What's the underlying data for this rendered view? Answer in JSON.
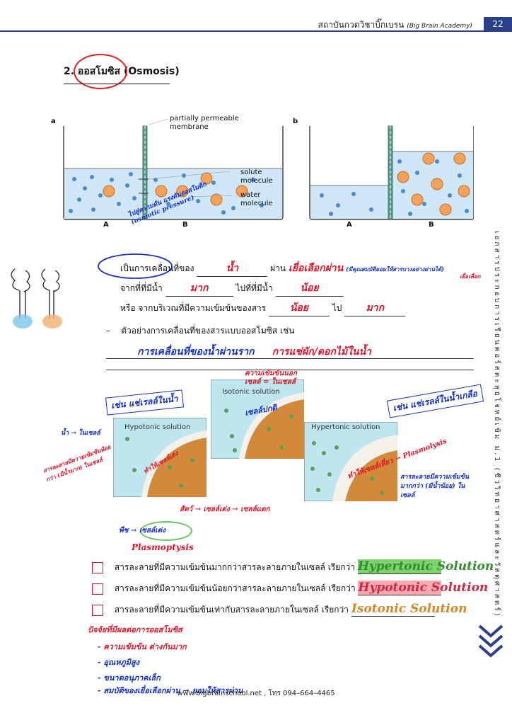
{
  "header": {
    "title": "สถาบันกวดวิชาบิ๊กเบรน",
    "title_en": "(Big Brain Academy)",
    "page_number": "22"
  },
  "section": {
    "title": "2. ออสโมซิส (Osmosis)"
  },
  "figure": {
    "panel_a_letter": "a",
    "panel_b_letter": "b",
    "membrane_label": "partially permeable membrane",
    "solute_label": "solute molecule",
    "water_label": "water molecule",
    "side_A": "A",
    "side_B": "B",
    "side_A_b": "A",
    "side_B_b": "B"
  },
  "definition": {
    "handwritten_side_note": "ไปสู่ความดัน แรงดันออสโมติก (osmotic pressure)",
    "line1_prefix": "เป็นการเคลื่อนที่ของ",
    "line1_fill": "น้ำ",
    "line1_mid": "ผ่าน",
    "line1_fill2": "เยื่อเลือกผ่าน",
    "line1_note": "(มีคุณสมบัติยอมให้สารบางอย่างผ่านได้)",
    "line1_note2": "เยื่อเลือก",
    "line2_prefix": "จากที่ที่มีน้ำ",
    "line2_fill": "มาก",
    "line2_mid": "ไปที่ที่มีน้ำ",
    "line2_fill2": "น้อย",
    "line3_prefix": "หรือ จากบริเวณที่มีความเข้มข้นของสาร",
    "line3_fill": "น้อย",
    "line3_mid": "ไป",
    "line3_fill2": "มาก"
  },
  "example": {
    "bullet": "–",
    "text": "ตัวอย่างการเคลื่อนที่ของสารแบบออสโมซิส เช่น",
    "answer1": "การเคลื่อนที่ของน้ำผ่านราก",
    "answer2": "การแช่ผัก/ดอกไม้ในน้ำ"
  },
  "diagrams": {
    "hypotonic_left": "Hypotonic solution",
    "isotonic": "Isotonic solution",
    "hypotonic_right": "Hypertonic solution",
    "note_left": "เช่น แช่เรลล์ในน้ำ",
    "note_right": "เช่น แช่เรลล์ในน้ำเกลือ",
    "note_water_in": "น้ำ → ในเซลล์",
    "note_swell": "ทำให้เซลล์เต่ง",
    "note_burst": "สัตว์ → เซลล์เต่ง → เซลล์แตก",
    "note_plant": "พืช → เซลล์เต่ง",
    "plasmoptysis": "Plasmoptysis",
    "note_iso": "เซลล์ปกติ",
    "note_iso_top": "ความเข้มข้นนอกเซลล์ = ในเซลล์",
    "note_shrink": "ทำให้เซลล์เหี่ยว → Plasmolysis",
    "note_hyper": "สารละลายมีความเข้มข้นมากกว่า (มีน้ำน้อย) ในเซลล์",
    "note_left_conc": "สารละลายมีความเข้มข้นน้อยกว่า (มีน้ำมาก) ในเซลล์"
  },
  "questions": [
    {
      "text": "สารละลายที่มีความเข้มข้นมากกว่าสารละลายภายในเซลล์ เรียกว่า",
      "answer": "Hypertonic Solution"
    },
    {
      "text": "สารละลายที่มีความเข้มข้นน้อยกว่าสารละลายภายในเซลล์ เรียกว่า",
      "answer": "Hypotonic Solution"
    },
    {
      "text": "สารละลายที่มีความเข้มข้นเท่ากับสารละลายภายในเซลล์ เรียกว่า",
      "answer": "Isotonic Solution"
    }
  ],
  "factors": {
    "title": "ปัจจัยที่มีผลต่อการออสโมซิส",
    "items": [
      "- ความเข้มข้น ต่างกันมาก",
      "- อุณหภูมิสูง",
      "- ขนาดอนุภาคเล็ก",
      "- สมบัติของเยื่อเลือกผ่าน → ยอมให้สารผ่าน"
    ]
  },
  "sidebar": {
    "vertical_text": "เอกสารประกอบการเรียนคอร์สตะลุยโจทย์เข้ม ม.1 (ชีววิทยาศาสตร์และวัสดุศาสตร์)"
  },
  "footer": {
    "text": "www.bigbrainschool.net , โทร 094–664–4465"
  },
  "colors": {
    "brand": "#2b3f8a",
    "pen_red": "#e0142a",
    "pen_blue": "#1530c8"
  }
}
